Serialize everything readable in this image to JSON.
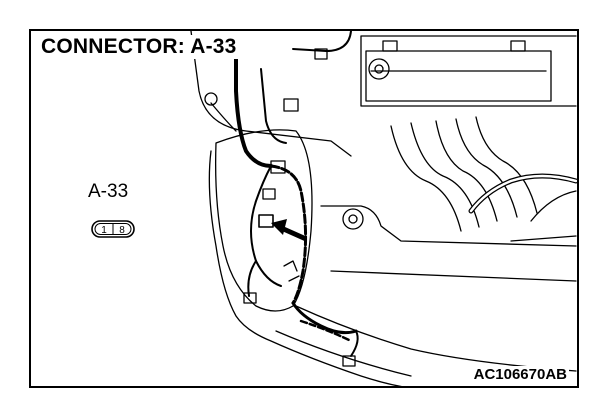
{
  "diagram": {
    "title": "CONNECTOR: A-33",
    "connector_ref": "A-33",
    "connector_pins": [
      "1",
      "8"
    ],
    "drawing_code": "AC106670AB"
  }
}
